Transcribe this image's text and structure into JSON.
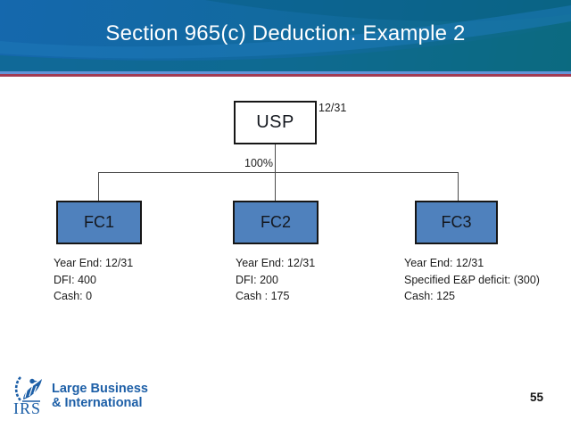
{
  "slide": {
    "title": "Section 965(c) Deduction: Example 2",
    "page_number": "55"
  },
  "diagram": {
    "parent": {
      "label": "USP",
      "date_label": "12/31",
      "ownership_label": "100%"
    },
    "subsidiaries": [
      {
        "label": "FC1",
        "details": [
          "Year End: 12/31",
          "DFI: 400",
          "Cash: 0"
        ]
      },
      {
        "label": "FC2",
        "details": [
          "Year End: 12/31",
          "DFI: 200",
          "Cash : 175"
        ]
      },
      {
        "label": "FC3",
        "details": [
          "Year End: 12/31",
          "Specified E&P deficit: (300)",
          "Cash: 125"
        ]
      }
    ]
  },
  "footer": {
    "logo_acronym": "IRS",
    "logo_line1": "Large Business",
    "logo_line2": "& International"
  },
  "icons": {
    "irs_eagle": "irs-eagle-icon"
  },
  "colors": {
    "header_blue": "#1568ad",
    "header_teal": "#0c6a80",
    "stripe_blue": "#6494d8",
    "stripe_red": "#a23b52",
    "subsidiary_box_fill": "#4f81bd",
    "box_border": "#161616",
    "connector_gray": "#4a4a4a",
    "logo_blue": "#1d5fa7",
    "title_text": "#ffffff"
  }
}
